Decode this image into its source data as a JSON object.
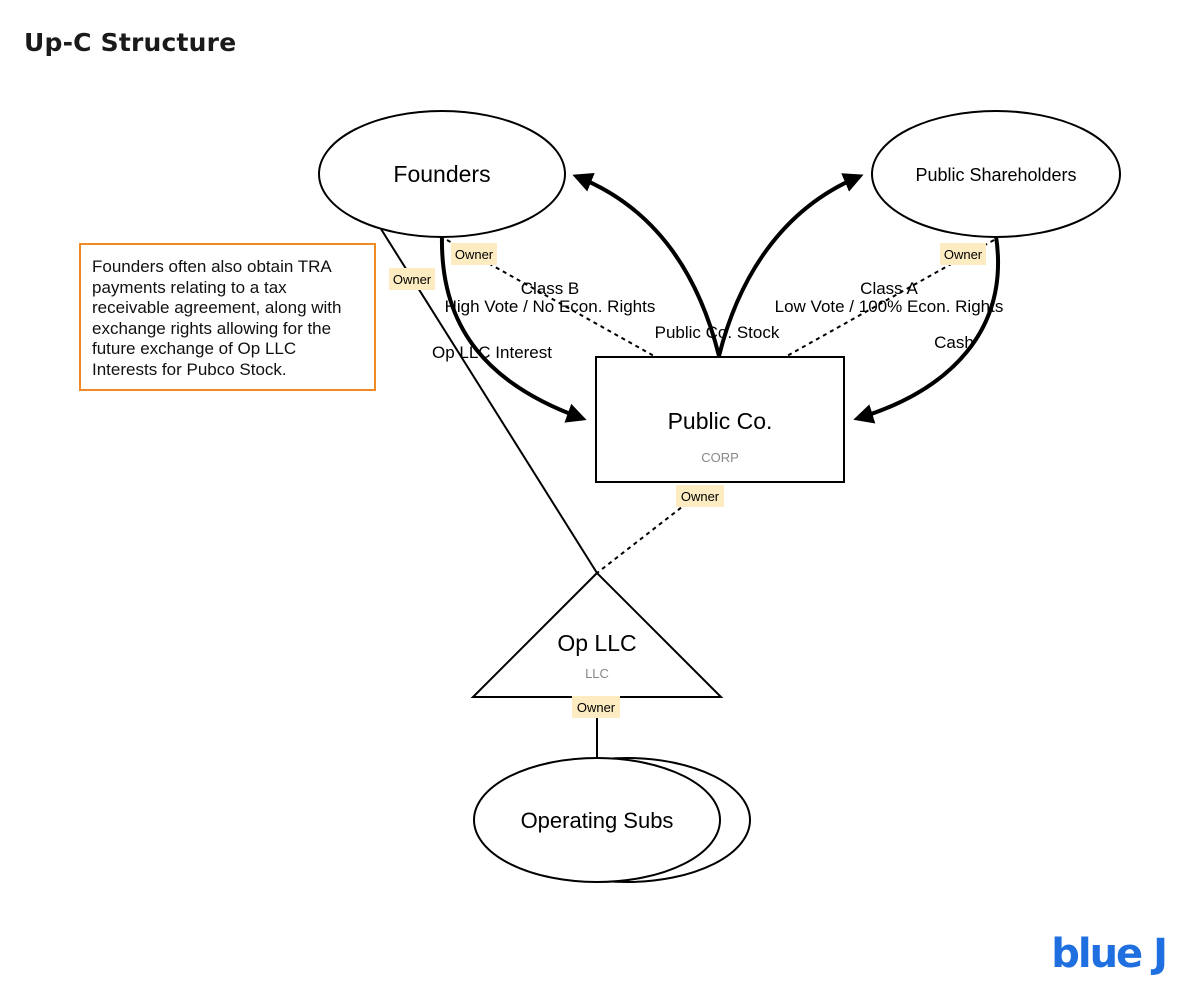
{
  "title": "Up-C Structure",
  "note": "Founders often also obtain TRA payments relating to a tax receivable agreement, along with exchange rights allowing for the future exchange of Op LLC Interests for Pubco Stock.",
  "logo": "blue J",
  "colors": {
    "owner_badge": "#fdebc1",
    "note_border": "#f08a24",
    "logo": "#1f6fe0"
  },
  "nodes": {
    "founders": "Founders",
    "public_shareholders": "Public Shareholders",
    "public_co": {
      "name": "Public Co.",
      "type": "CORP"
    },
    "op_llc": {
      "name": "Op LLC",
      "type": "LLC"
    },
    "operating_subs": "Operating Subs"
  },
  "badges": {
    "owner": "Owner"
  },
  "edges": {
    "class_b": [
      "Class B",
      "High Vote / No Econ. Rights"
    ],
    "class_a": [
      "Class A",
      "Low Vote / 100% Econ. Rights"
    ],
    "op_llc_interest": "Op LLC Interest",
    "public_co_stock": "Public Co. Stock",
    "cash": "Cash"
  }
}
